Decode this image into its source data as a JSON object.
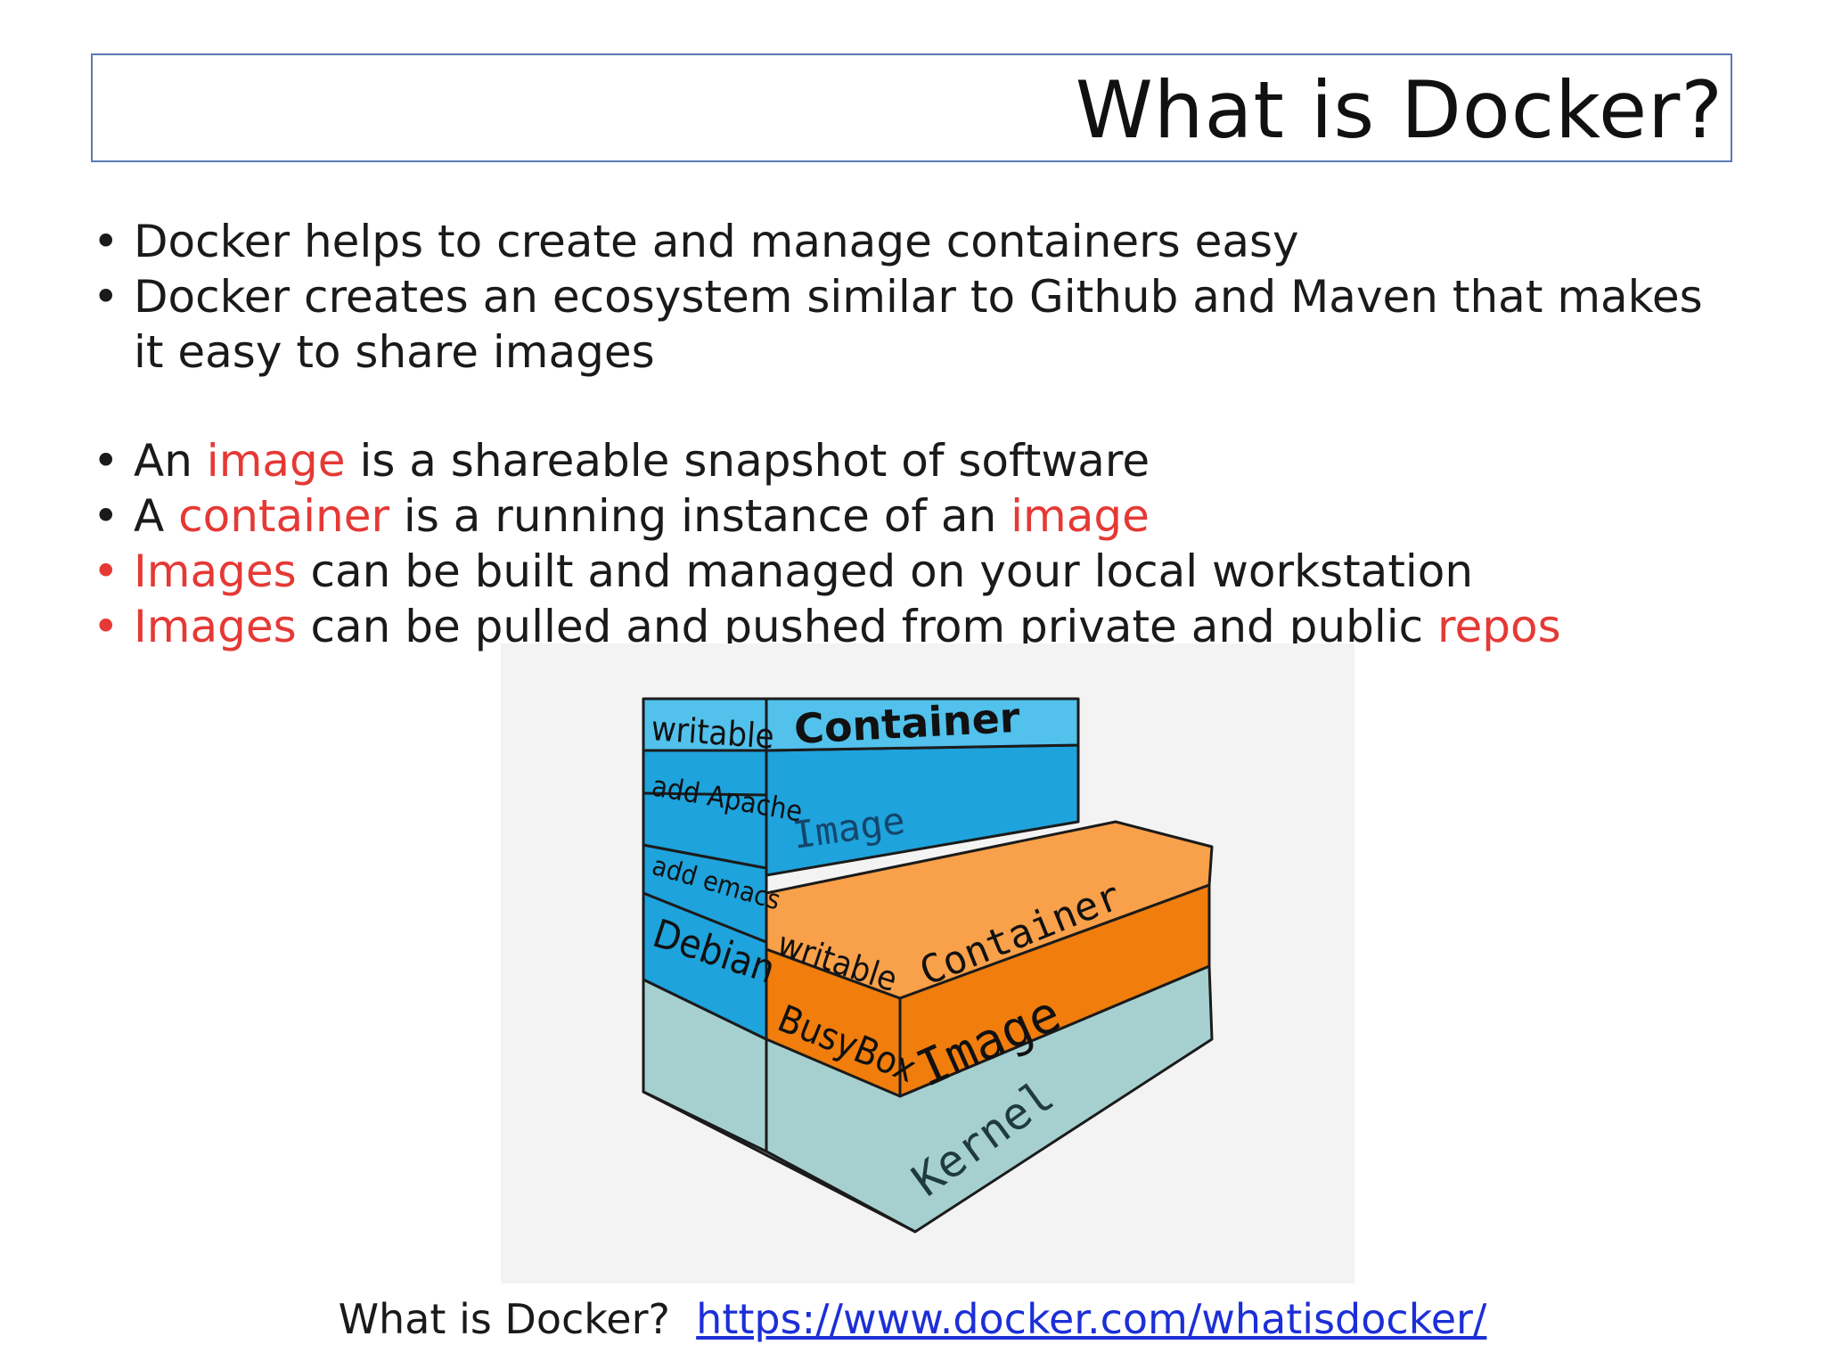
{
  "slide": {
    "title": "What is Docker?",
    "bullets_group1": [
      {
        "text": "Docker helps to create and manage containers easy"
      },
      {
        "line1": "Docker creates an ecosystem similar to Github and Maven that makes",
        "line2": "it easy to share images"
      }
    ],
    "bullets_group2": [
      {
        "t1": "An ",
        "h1": "image",
        "t2": " is a shareable snapshot of software"
      },
      {
        "t1": "A ",
        "h1": "container",
        "t2": " is a running instance of an ",
        "h2": "image"
      },
      {
        "h1": "Images",
        "t2": " can be built and managed on your local workstation"
      },
      {
        "h1": "Images",
        "t2": " can be pulled and pushed from private and public ",
        "h2": "repos"
      }
    ],
    "bullet_glyph": "•",
    "caption_text": "What is Docker?",
    "caption_link": "https://www.docker.com/whatisdocker/"
  },
  "diagram": {
    "labels": {
      "writable_top": "writable",
      "container_top": "Container",
      "add_apache": "add Apache",
      "image_blue": "Image",
      "add_emacs": "add emacs",
      "debian": "Debian",
      "writable_orange": "writable",
      "container_orange": "Container",
      "busybox": "BusyBox",
      "image_orange": "Image",
      "kernel": "Kernel"
    },
    "colors": {
      "blue": "#1ea3dc",
      "light_blue": "#52c1ec",
      "orange": "#f07d0c",
      "light_orange": "#f9a04a",
      "kernel": "#a6d0cf",
      "highlight_red": "#e53935",
      "link_blue": "#1c2fd6"
    }
  }
}
